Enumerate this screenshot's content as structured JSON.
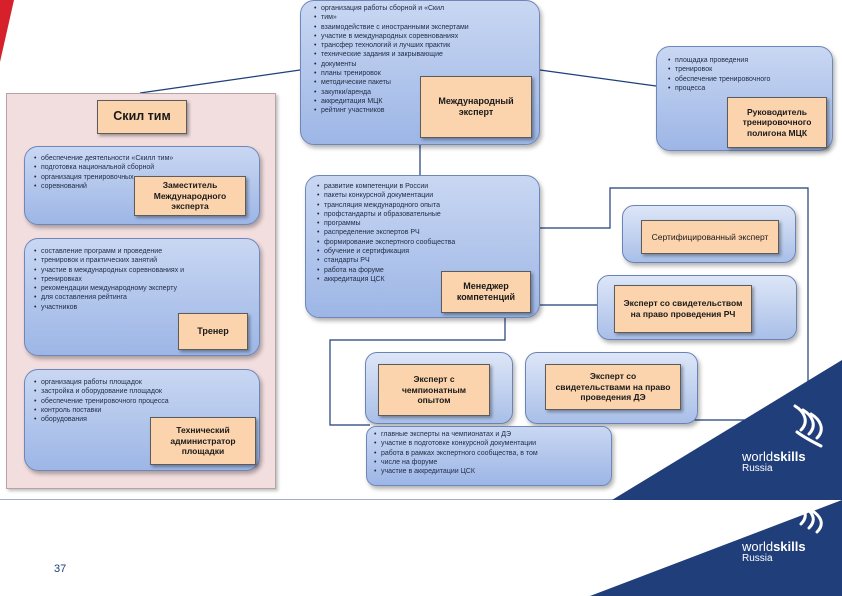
{
  "page_number": "37",
  "logo": {
    "world": "world",
    "skills": "skills",
    "country": "Russia"
  },
  "skill_team": {
    "title": "Скил тим",
    "deputy": {
      "label": "Заместитель Международного эксперта",
      "items": [
        "обеспечение деятельности «Скилл тим»",
        "подготовка национальной сборной",
        "организация тренировочных",
        "соревнований"
      ]
    },
    "trainer": {
      "label": "Тренер",
      "items": [
        "составление программ и проведение",
        "тренировок и практических занятий",
        "участие в международных соревнованиях и",
        "тренировках",
        "рекомендации международному эксперту",
        "для составления рейтинга",
        "участников"
      ]
    },
    "tech_admin": {
      "label": "Технический администратор площадки",
      "items": [
        "организация работы площадок",
        "застройка и оборудование площадок",
        "обеспечение тренировочного процесса",
        "контроль поставки",
        "оборудования"
      ]
    }
  },
  "international_expert": {
    "label": "Международный эксперт",
    "items": [
      "организация работы сборной и «Скил",
      "тим»",
      "взаимодействие с иностранными экспертами",
      "участие в международных соревнованиях",
      "трансфер технологий и лучших практик",
      "технические задания и закрывающие",
      "документы",
      "планы тренировок",
      "методические пакеты",
      "закупки/аренда",
      "аккредитация МЦК",
      "рейтинг участников"
    ]
  },
  "mck_head": {
    "label": "Руководитель тренировочного полигона МЦК",
    "items": [
      "площадка проведения",
      "тренировок",
      "обеспечение тренировочного",
      "процесса"
    ]
  },
  "competence_manager": {
    "label": "Менеджер компетенций",
    "items": [
      "развитие компетенции в России",
      "пакеты конкурсной документации",
      "трансляция международного опыта",
      "профстандарты и образовательные",
      "программы",
      "распределение экспертов РЧ",
      "формирование экспертного сообщества",
      "обучение и сертификация",
      "стандарты РЧ",
      "работа на форуме",
      "аккредитация ЦСК"
    ]
  },
  "experts": {
    "certified": "Сертифицированный эксперт",
    "rch": "Эксперт со свидетельством на право проведения РЧ",
    "championship": "Эксперт с чемпионатным опытом",
    "de": "Эксперт со свидетельствами на право проведения ДЭ"
  },
  "expert_duties": {
    "items": [
      "главные эксперты на чемпионатах и ДЭ",
      "участие в подготовке конкурсной документации",
      "работа в рамках экспертного сообщества, в том",
      "числе на форуме",
      "участие в аккредитации ЦСК"
    ]
  },
  "colors": {
    "accent_red": "#d6202b",
    "navy": "#1f3e7a",
    "bubble_blue": "#9db6e6",
    "label_orange": "#fbd3ac",
    "panel_pink": "#f3dedf"
  }
}
